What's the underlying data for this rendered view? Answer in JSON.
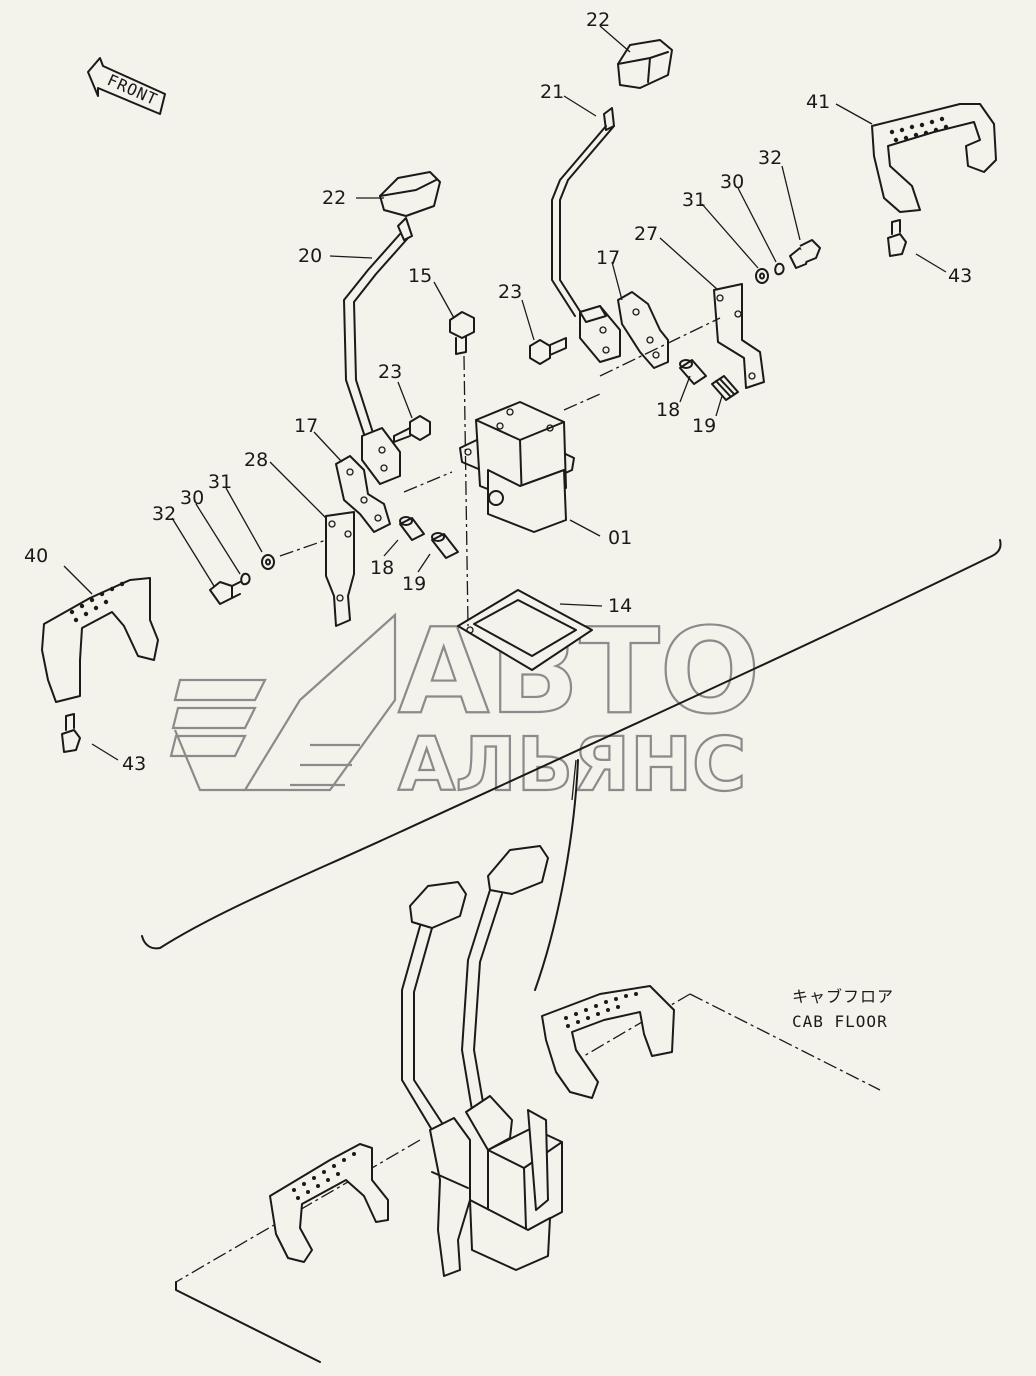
{
  "front_label": "FRONT",
  "part_labels": {
    "p22_right": "22",
    "p21": "21",
    "p41": "41",
    "p32_right": "32",
    "p30_right": "30",
    "p31_right": "31",
    "p27": "27",
    "p17_right": "17",
    "p43_right": "43",
    "p22_left": "22",
    "p20": "20",
    "p15": "15",
    "p23_right": "23",
    "p23_left": "23",
    "p18_right": "18",
    "p19_right": "19",
    "p17_left": "17",
    "p28": "28",
    "p31_left": "31",
    "p30_left": "30",
    "p32_left": "32",
    "p01": "01",
    "p18_left": "18",
    "p19_left": "19",
    "p40": "40",
    "p14": "14",
    "p43_left": "43"
  },
  "cab_floor": {
    "jp": "キャブフロア",
    "en": "CAB FLOOR"
  },
  "watermark": {
    "line1": "АВТО",
    "line2": "АЛЬЯНС"
  }
}
